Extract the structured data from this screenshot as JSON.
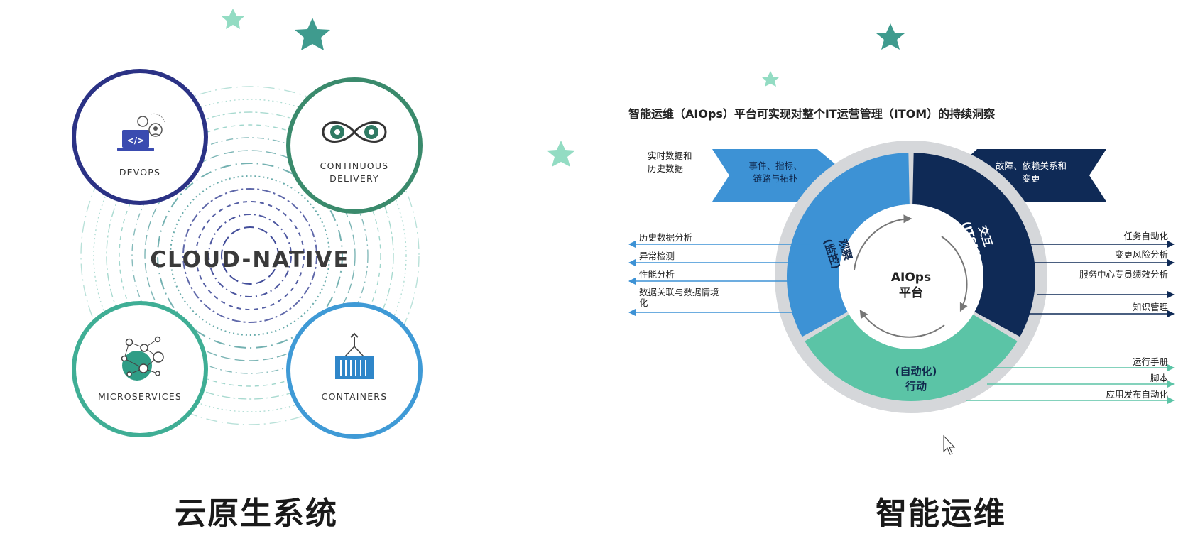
{
  "colors": {
    "teal_star": "#3f9b8e",
    "mint_star": "#93dcc3",
    "navy": "#2b3285",
    "green": "#3a8a6c",
    "teal": "#3fae95",
    "blue": "#3f9ad6",
    "aiops_blue": "#3d92d5",
    "aiops_navy": "#0f2a56",
    "aiops_teal": "#5bc4a6",
    "ring_gray": "#d5d7da"
  },
  "left": {
    "center_title": "CLOUD-NATIVE",
    "caption": "云原生系统",
    "nodes": {
      "devops": {
        "label": "DEVOPS",
        "icon": "laptop-code-icon"
      },
      "cd": {
        "line1": "CONTINUOUS",
        "line2": "DELIVERY",
        "icon": "infinity-gears-icon"
      },
      "micro": {
        "label": "MICROSERVICES",
        "icon": "network-nodes-icon"
      },
      "containers": {
        "label": "CONTAINERS",
        "icon": "shipping-container-icon"
      }
    }
  },
  "right": {
    "title": "智能运维（AIOps）平台可实现对整个IT运营管理（ITOM）的持续洞察",
    "caption": "智能运维",
    "data_input": {
      "line1": "实时数据和",
      "line2": "历史数据"
    },
    "banner_left": {
      "line1": "事件、指标、",
      "line2": "链路与拓扑"
    },
    "banner_right": {
      "line1": "故障、依赖关系和",
      "line2": "变更"
    },
    "center": {
      "line1": "AIOps",
      "line2": "平台"
    },
    "segments": {
      "observe": {
        "line1": "观察",
        "line2": "(监控)"
      },
      "engage": {
        "line1": "交互",
        "line2": "(ITSM)"
      },
      "act": {
        "line1": "(自动化)",
        "line2": "行动"
      }
    },
    "left_outputs": {
      "a": "历史数据分析",
      "b": "异常检测",
      "c": "性能分析",
      "d1": "数据关联与数据情境",
      "d2": "化"
    },
    "right_outputs": {
      "a": "任务自动化",
      "b": "变更风险分析",
      "c": "服务中心专员绩效分析",
      "d": "知识管理"
    },
    "bottom_outputs": {
      "a": "运行手册",
      "b": "脚本",
      "c": "应用发布自动化"
    }
  }
}
